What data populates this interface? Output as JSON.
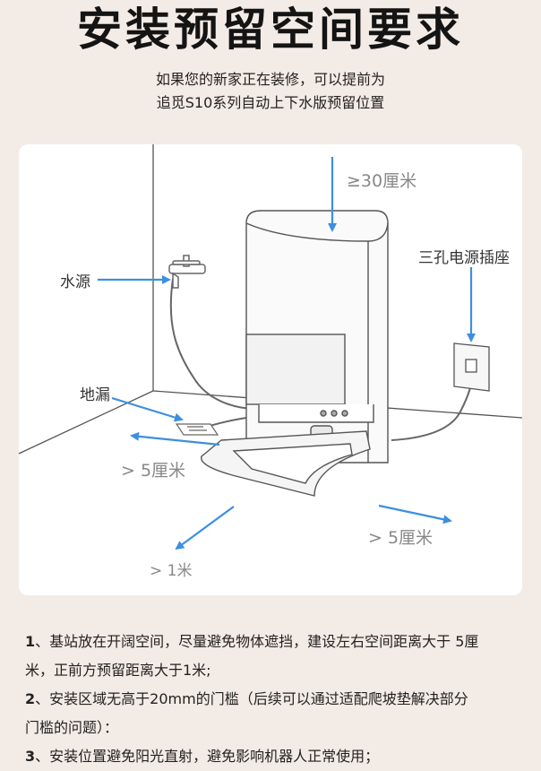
{
  "title": "安装预留空间要求",
  "subtitle": {
    "line1": "如果您的新家正在装修，可以提前为",
    "line2": "追觅S10系列自动上下水版预留位置"
  },
  "diagram": {
    "top_clearance": "≥30厘米",
    "outlet_label": "三孔电源插座",
    "water_label": "水源",
    "drain_label": "地漏",
    "left_clearance": "> 5厘米",
    "right_clearance": "> 5厘米",
    "front_clearance": "> 1米",
    "accent_color": "#3d8fe0"
  },
  "notes": [
    {
      "num": "1",
      "sep": "、",
      "line1": "基站放在开阔空间，尽量避免物体遮挡，建设左右空间距离大于 5厘",
      "line2": "米，正前方预留距离大于1米;"
    },
    {
      "num": "2",
      "sep": "、",
      "line1": "安装区域无高于20mm的门槛（后续可以通过适配爬坡垫解决部分",
      "line2": "门槛的问题）："
    },
    {
      "num": "3",
      "sep": "、",
      "line1": "安装位置避免阳光直射，避免影响机器人正常使用；",
      "line2": ""
    }
  ]
}
